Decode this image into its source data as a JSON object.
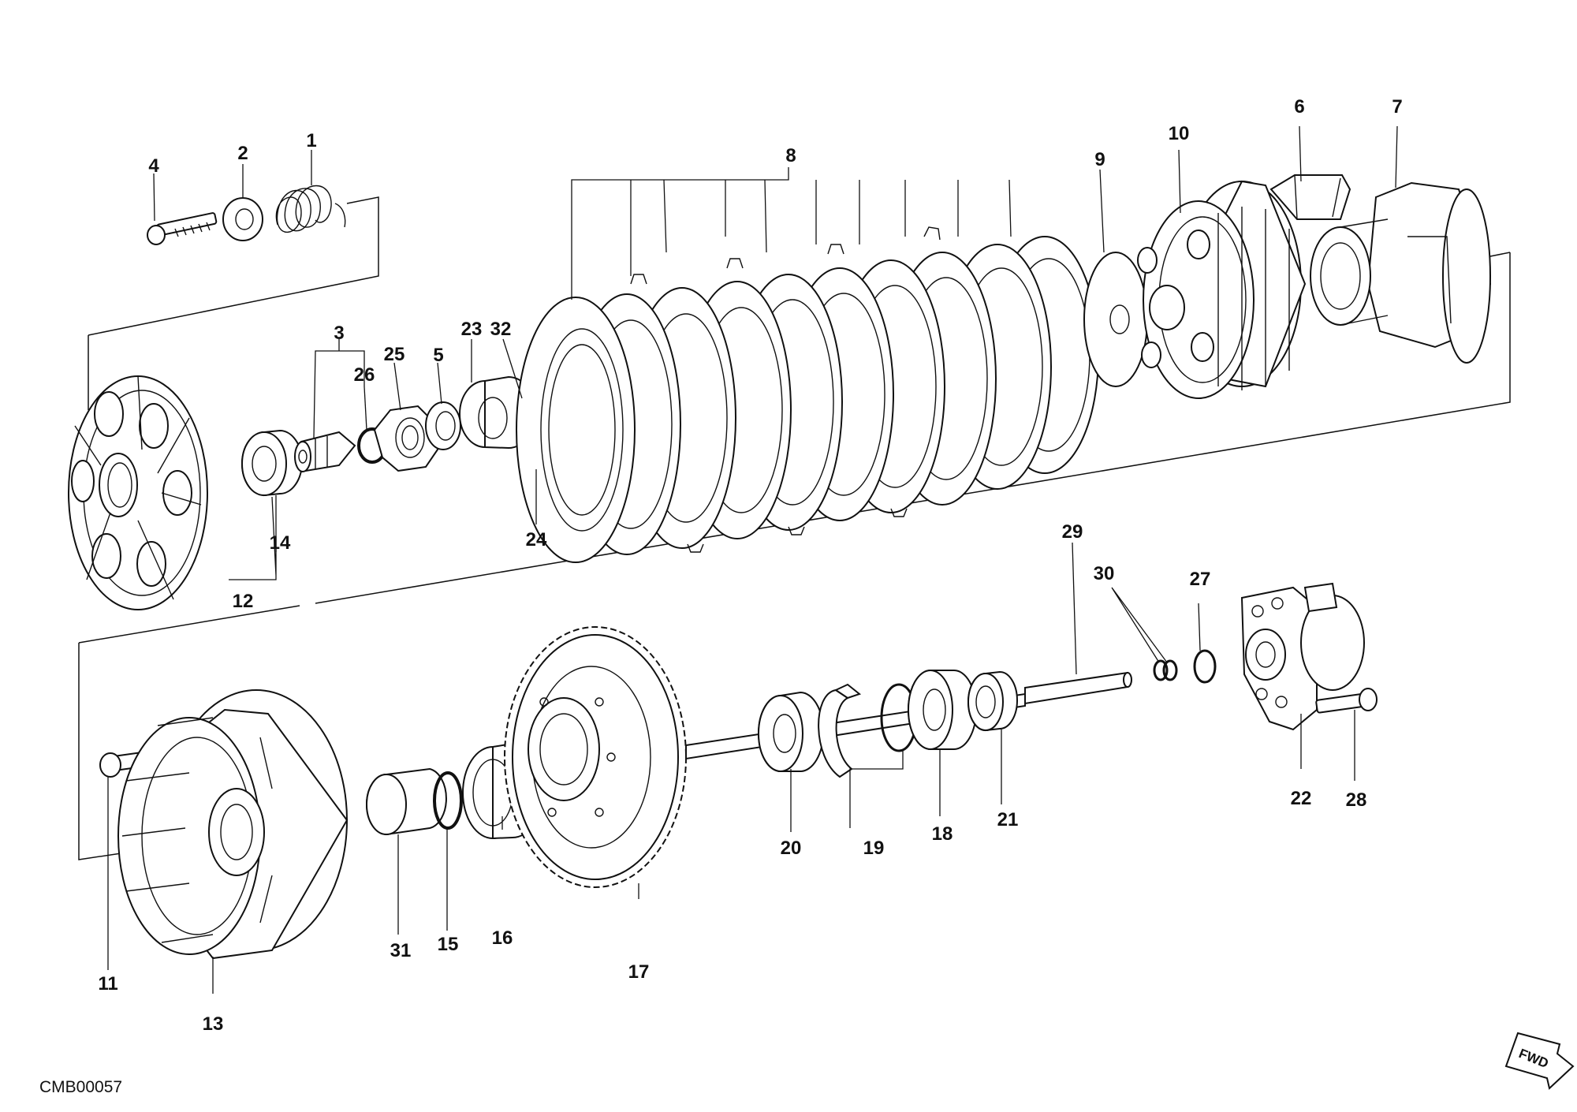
{
  "diagram": {
    "drawing_code": "CMB00057",
    "fwd_label": "FWD",
    "callouts": [
      "1",
      "2",
      "3",
      "4",
      "5",
      "6",
      "7",
      "8",
      "9",
      "10",
      "11",
      "12",
      "13",
      "14",
      "15",
      "16",
      "17",
      "18",
      "19",
      "20",
      "21",
      "22",
      "23",
      "24",
      "25",
      "26",
      "27",
      "28",
      "29",
      "30",
      "31",
      "32"
    ]
  }
}
